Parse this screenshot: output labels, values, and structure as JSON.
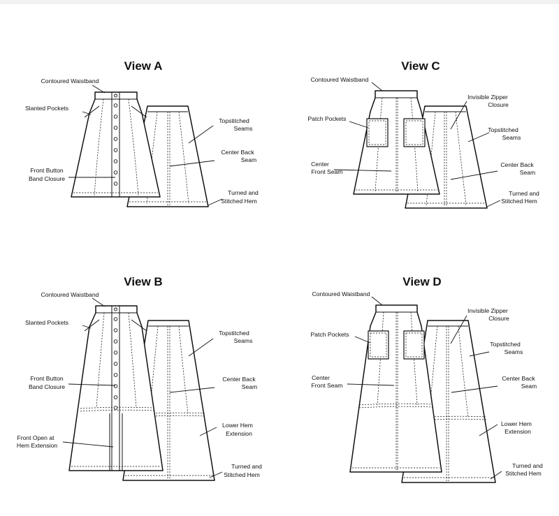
{
  "views": {
    "a": {
      "title": "View A",
      "waistband": "Contoured Waistband",
      "pockets": "Slanted Pockets",
      "closure": [
        "Front Button",
        "Band Closure"
      ],
      "topstitch": [
        "Topstitched",
        "Seams"
      ],
      "back_seam": [
        "Center Back",
        "Seam"
      ],
      "hem": [
        "Turned and",
        "Stitched Hem"
      ]
    },
    "b": {
      "title": "View B",
      "waistband": "Contoured Waistband",
      "pockets": "Slanted Pockets",
      "closure": [
        "Front Button",
        "Band Closure"
      ],
      "open": [
        "Front Open at",
        "Hem Extension"
      ],
      "topstitch": [
        "Topstitched",
        "Seams"
      ],
      "back_seam": [
        "Center Back",
        "Seam"
      ],
      "lower_hem": [
        "Lower Hem",
        "Extension"
      ],
      "hem": [
        "Turned and",
        "Stitched Hem"
      ]
    },
    "c": {
      "title": "View C",
      "waistband": "Contoured Waistband",
      "pockets": "Patch Pockets",
      "front_seam": [
        "Center",
        "Front Seam"
      ],
      "zipper": [
        "Invisible Zipper",
        "Closure"
      ],
      "topstitch": [
        "Topstitched",
        "Seams"
      ],
      "back_seam": [
        "Center Back",
        "Seam"
      ],
      "hem": [
        "Turned and",
        "Stitched Hem"
      ]
    },
    "d": {
      "title": "View D",
      "waistband": "Contoured Waistband",
      "pockets": "Patch Pockets",
      "front_seam": [
        "Center",
        "Front Seam"
      ],
      "zipper": [
        "Invisible Zipper",
        "Closure"
      ],
      "topstitch": [
        "Topstitched",
        "Seams"
      ],
      "back_seam": [
        "Center Back",
        "Seam"
      ],
      "lower_hem": [
        "Lower Hem",
        "Extension"
      ],
      "hem": [
        "Turned and",
        "Stitched Hem"
      ]
    }
  }
}
